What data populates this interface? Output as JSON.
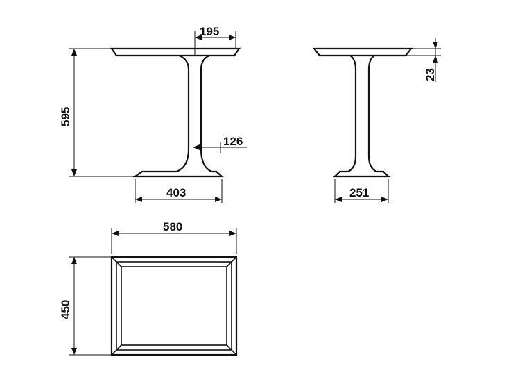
{
  "dimensions": {
    "top_width_offset": "195",
    "total_height": "595",
    "column_width": "126",
    "base_width": "403",
    "top_thickness": "23",
    "side_base_width": "251",
    "plan_width": "580",
    "plan_depth": "450"
  }
}
